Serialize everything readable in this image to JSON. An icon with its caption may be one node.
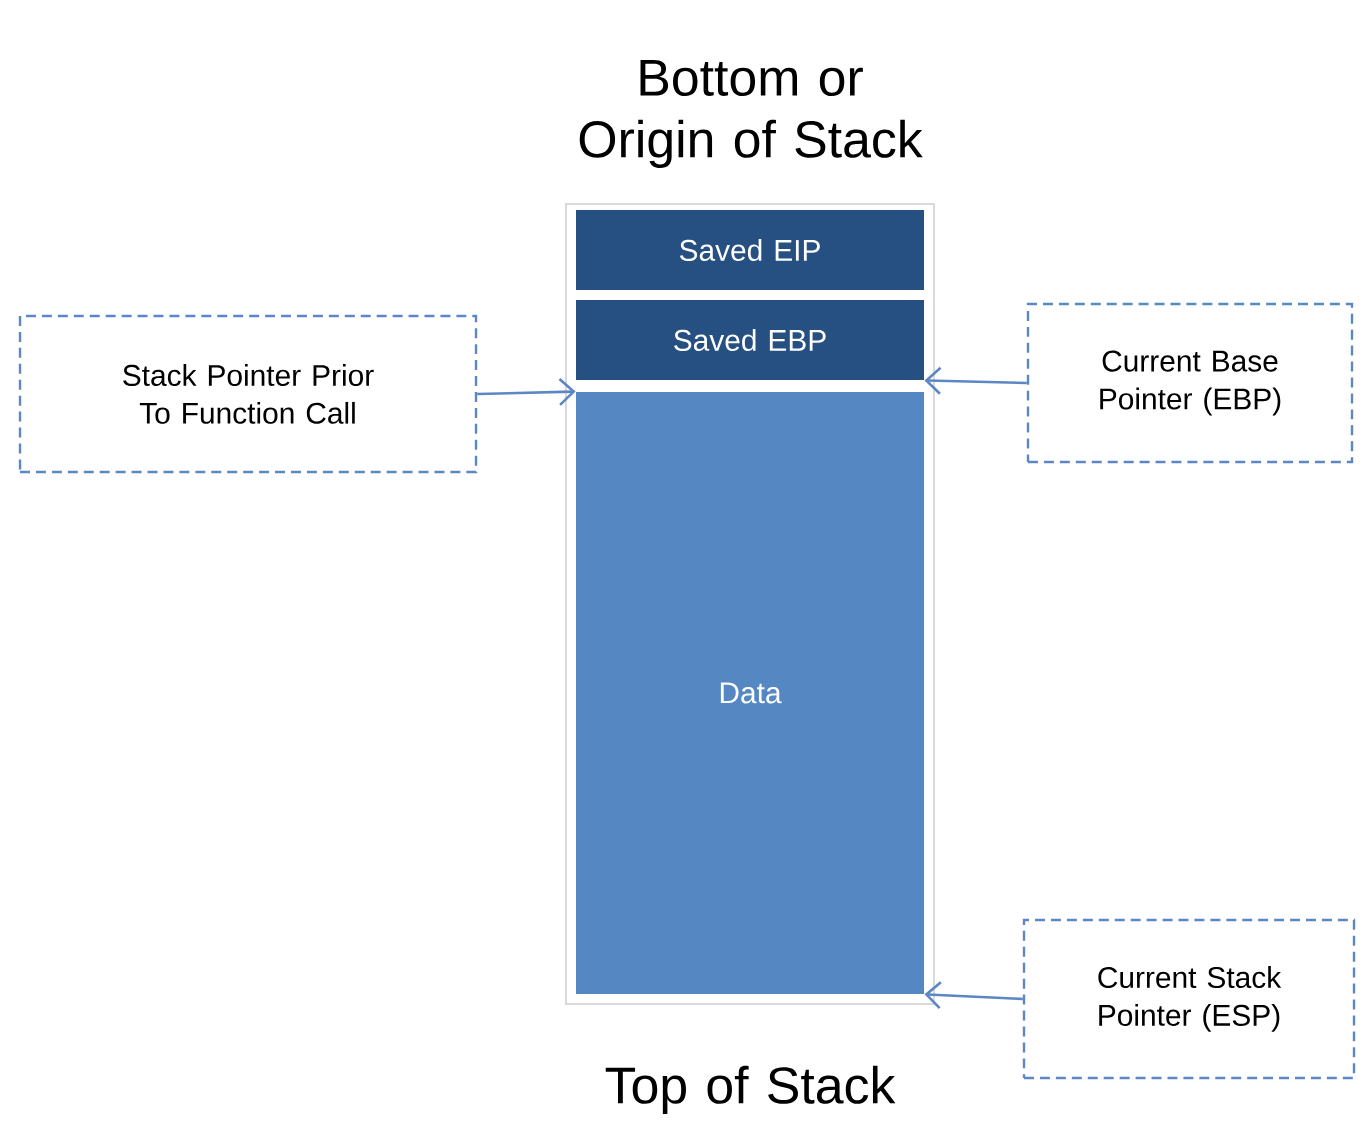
{
  "diagram": {
    "nodes": [
      {
        "text": [],
        "shape": "box"
      },
      {
        "text": [
          "Saved EIP"
        ],
        "in": 0
      },
      {
        "text": [
          "Saved EBP"
        ],
        "in": 0
      },
      {
        "text": [
          "Data"
        ],
        "in": 0
      },
      {
        "text": [
          "Stack Pointer Prior To Function Call"
        ]
      },
      {
        "text": [
          "Current Base Pointer (EBP)"
        ]
      },
      {
        "text": [
          "Current Stack Pointer (ESP)"
        ]
      }
    ],
    "edges": [
      {
        "from": 4,
        "to": 3,
        "arrow": "to"
      },
      {
        "from": 5,
        "to": 2,
        "arrow": "to"
      },
      {
        "from": 6,
        "to": 3,
        "arrow": "to"
      }
    ],
    "labels": [
      "Bottom or Origin of Stack",
      "Top of Stack"
    ]
  }
}
